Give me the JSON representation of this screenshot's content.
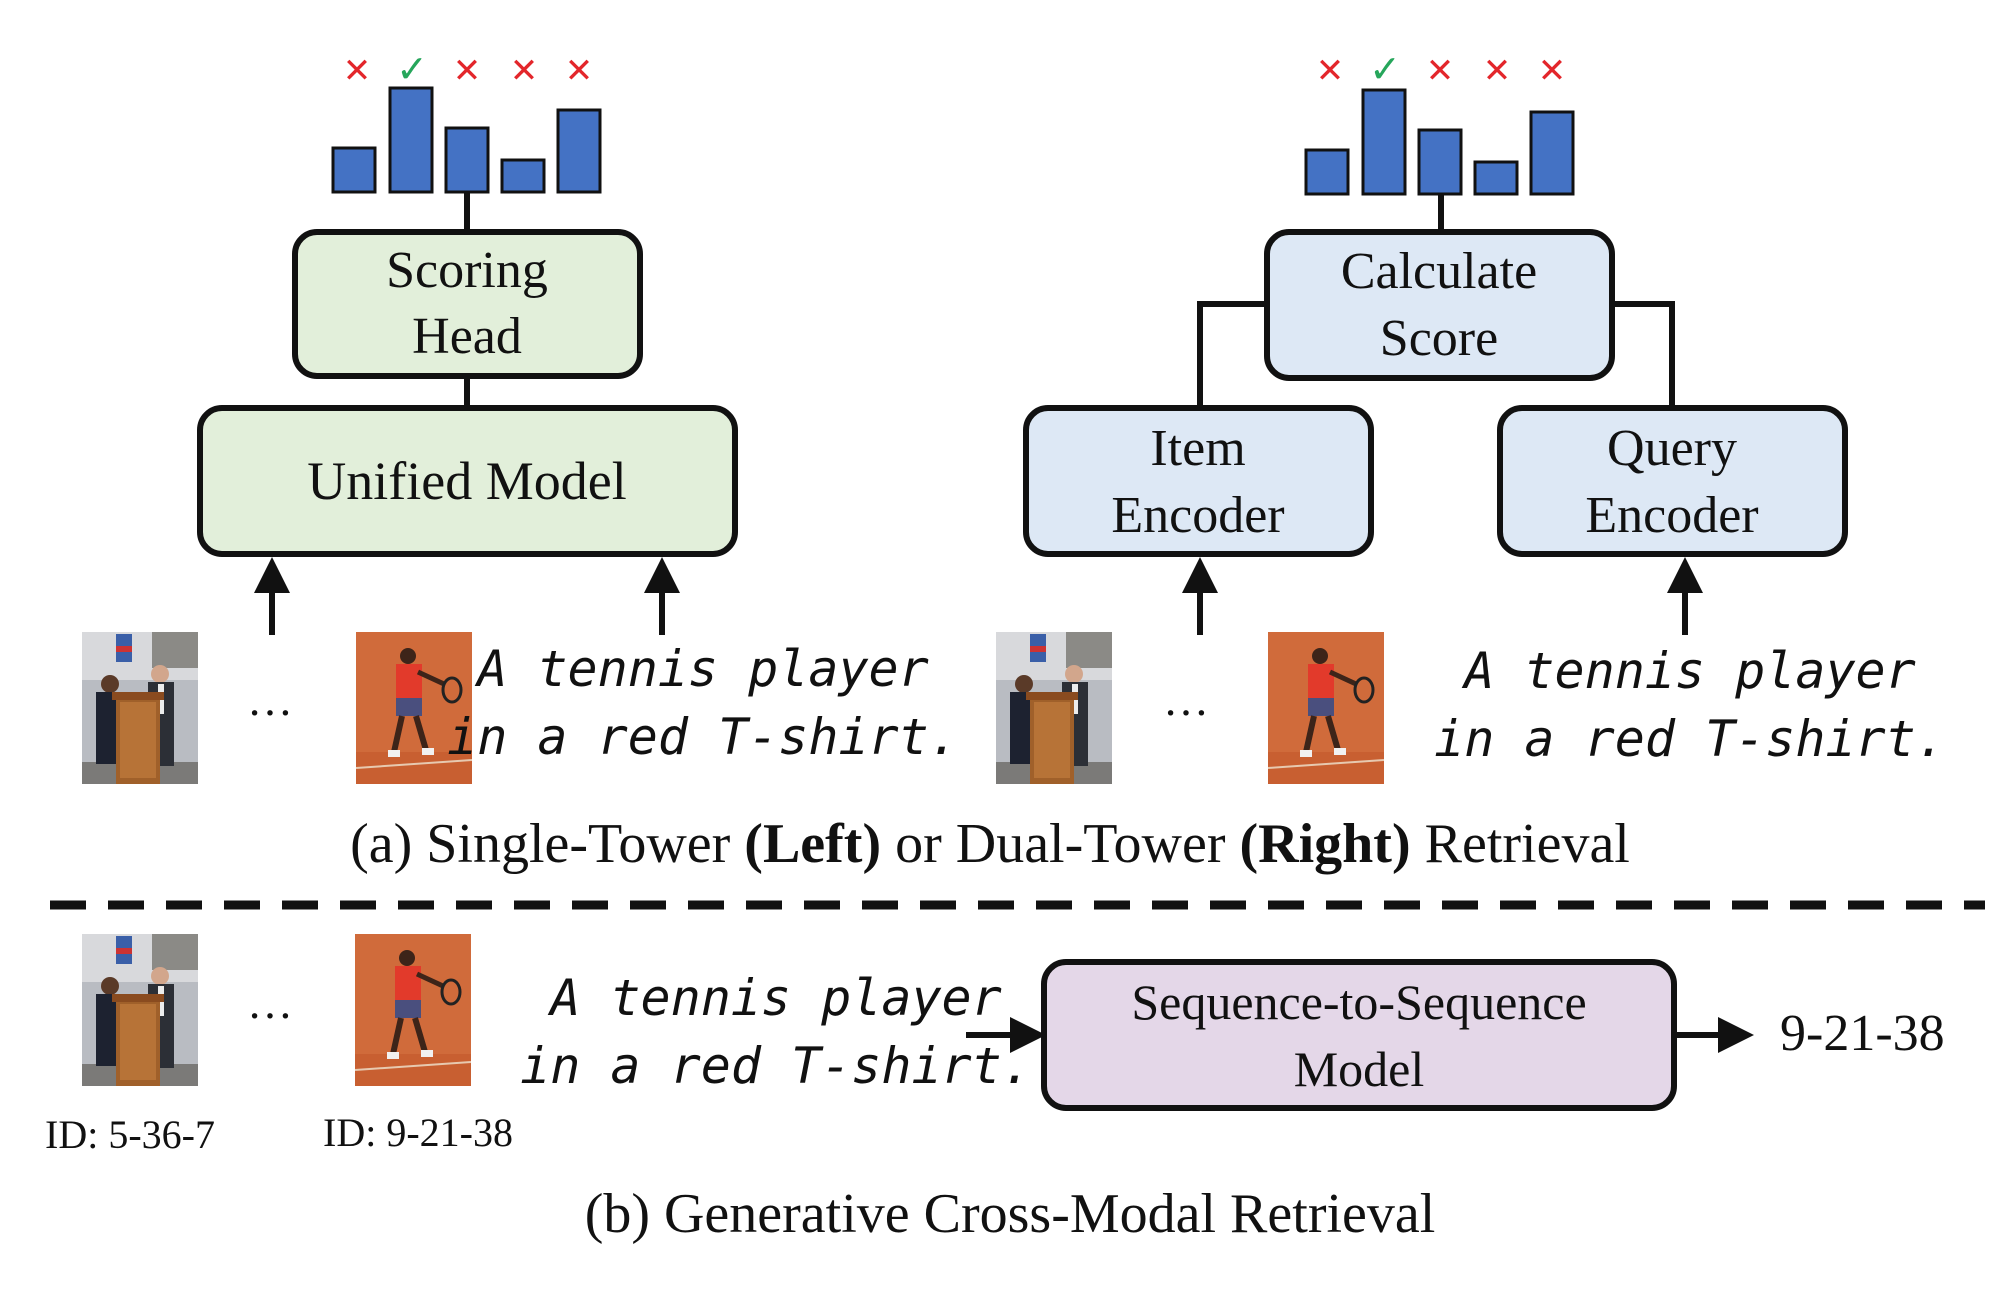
{
  "colors": {
    "green_box": "#e2efda",
    "blue_box": "#dde8f5",
    "purple_box": "#e4d7e8",
    "bar": "#4472c4",
    "cross": "#e3262b",
    "check": "#26a65b"
  },
  "marks": {
    "cross": "✕",
    "check": "✓",
    "marks_sequence": [
      "cross",
      "check",
      "cross",
      "cross",
      "cross"
    ],
    "bar_levels": [
      0.5,
      1.0,
      0.63,
      0.4,
      0.8
    ]
  },
  "single_tower": {
    "head_line1": "Scoring",
    "head_line2": "Head",
    "model": "Unified Model",
    "ellipsis": "…",
    "query_line1": "A tennis player",
    "query_line2": "in a red T-shirt."
  },
  "dual_tower": {
    "score_line1": "Calculate",
    "score_line2": "Score",
    "item_line1": "Item",
    "item_line2": "Encoder",
    "query_enc_line1": "Query",
    "query_enc_line2": "Encoder",
    "ellipsis": "…",
    "query_line1": "A tennis player",
    "query_line2": "in a red T-shirt."
  },
  "caption_a": {
    "part1": "(a) Single-Tower ",
    "bold1": "(Left)",
    "part2": " or Dual-Tower ",
    "bold2": "(Right)",
    "part3": " Retrieval"
  },
  "generative": {
    "id1": "ID: 5-36-7",
    "id2": "ID: 9-21-38",
    "ellipsis": "…",
    "query_line1": "A tennis player",
    "query_line2": "in a red T-shirt.",
    "model_line1": "Sequence-to-Sequence",
    "model_line2": "Model",
    "output": "9-21-38"
  },
  "caption_b": "(b) Generative Cross-Modal Retrieval"
}
